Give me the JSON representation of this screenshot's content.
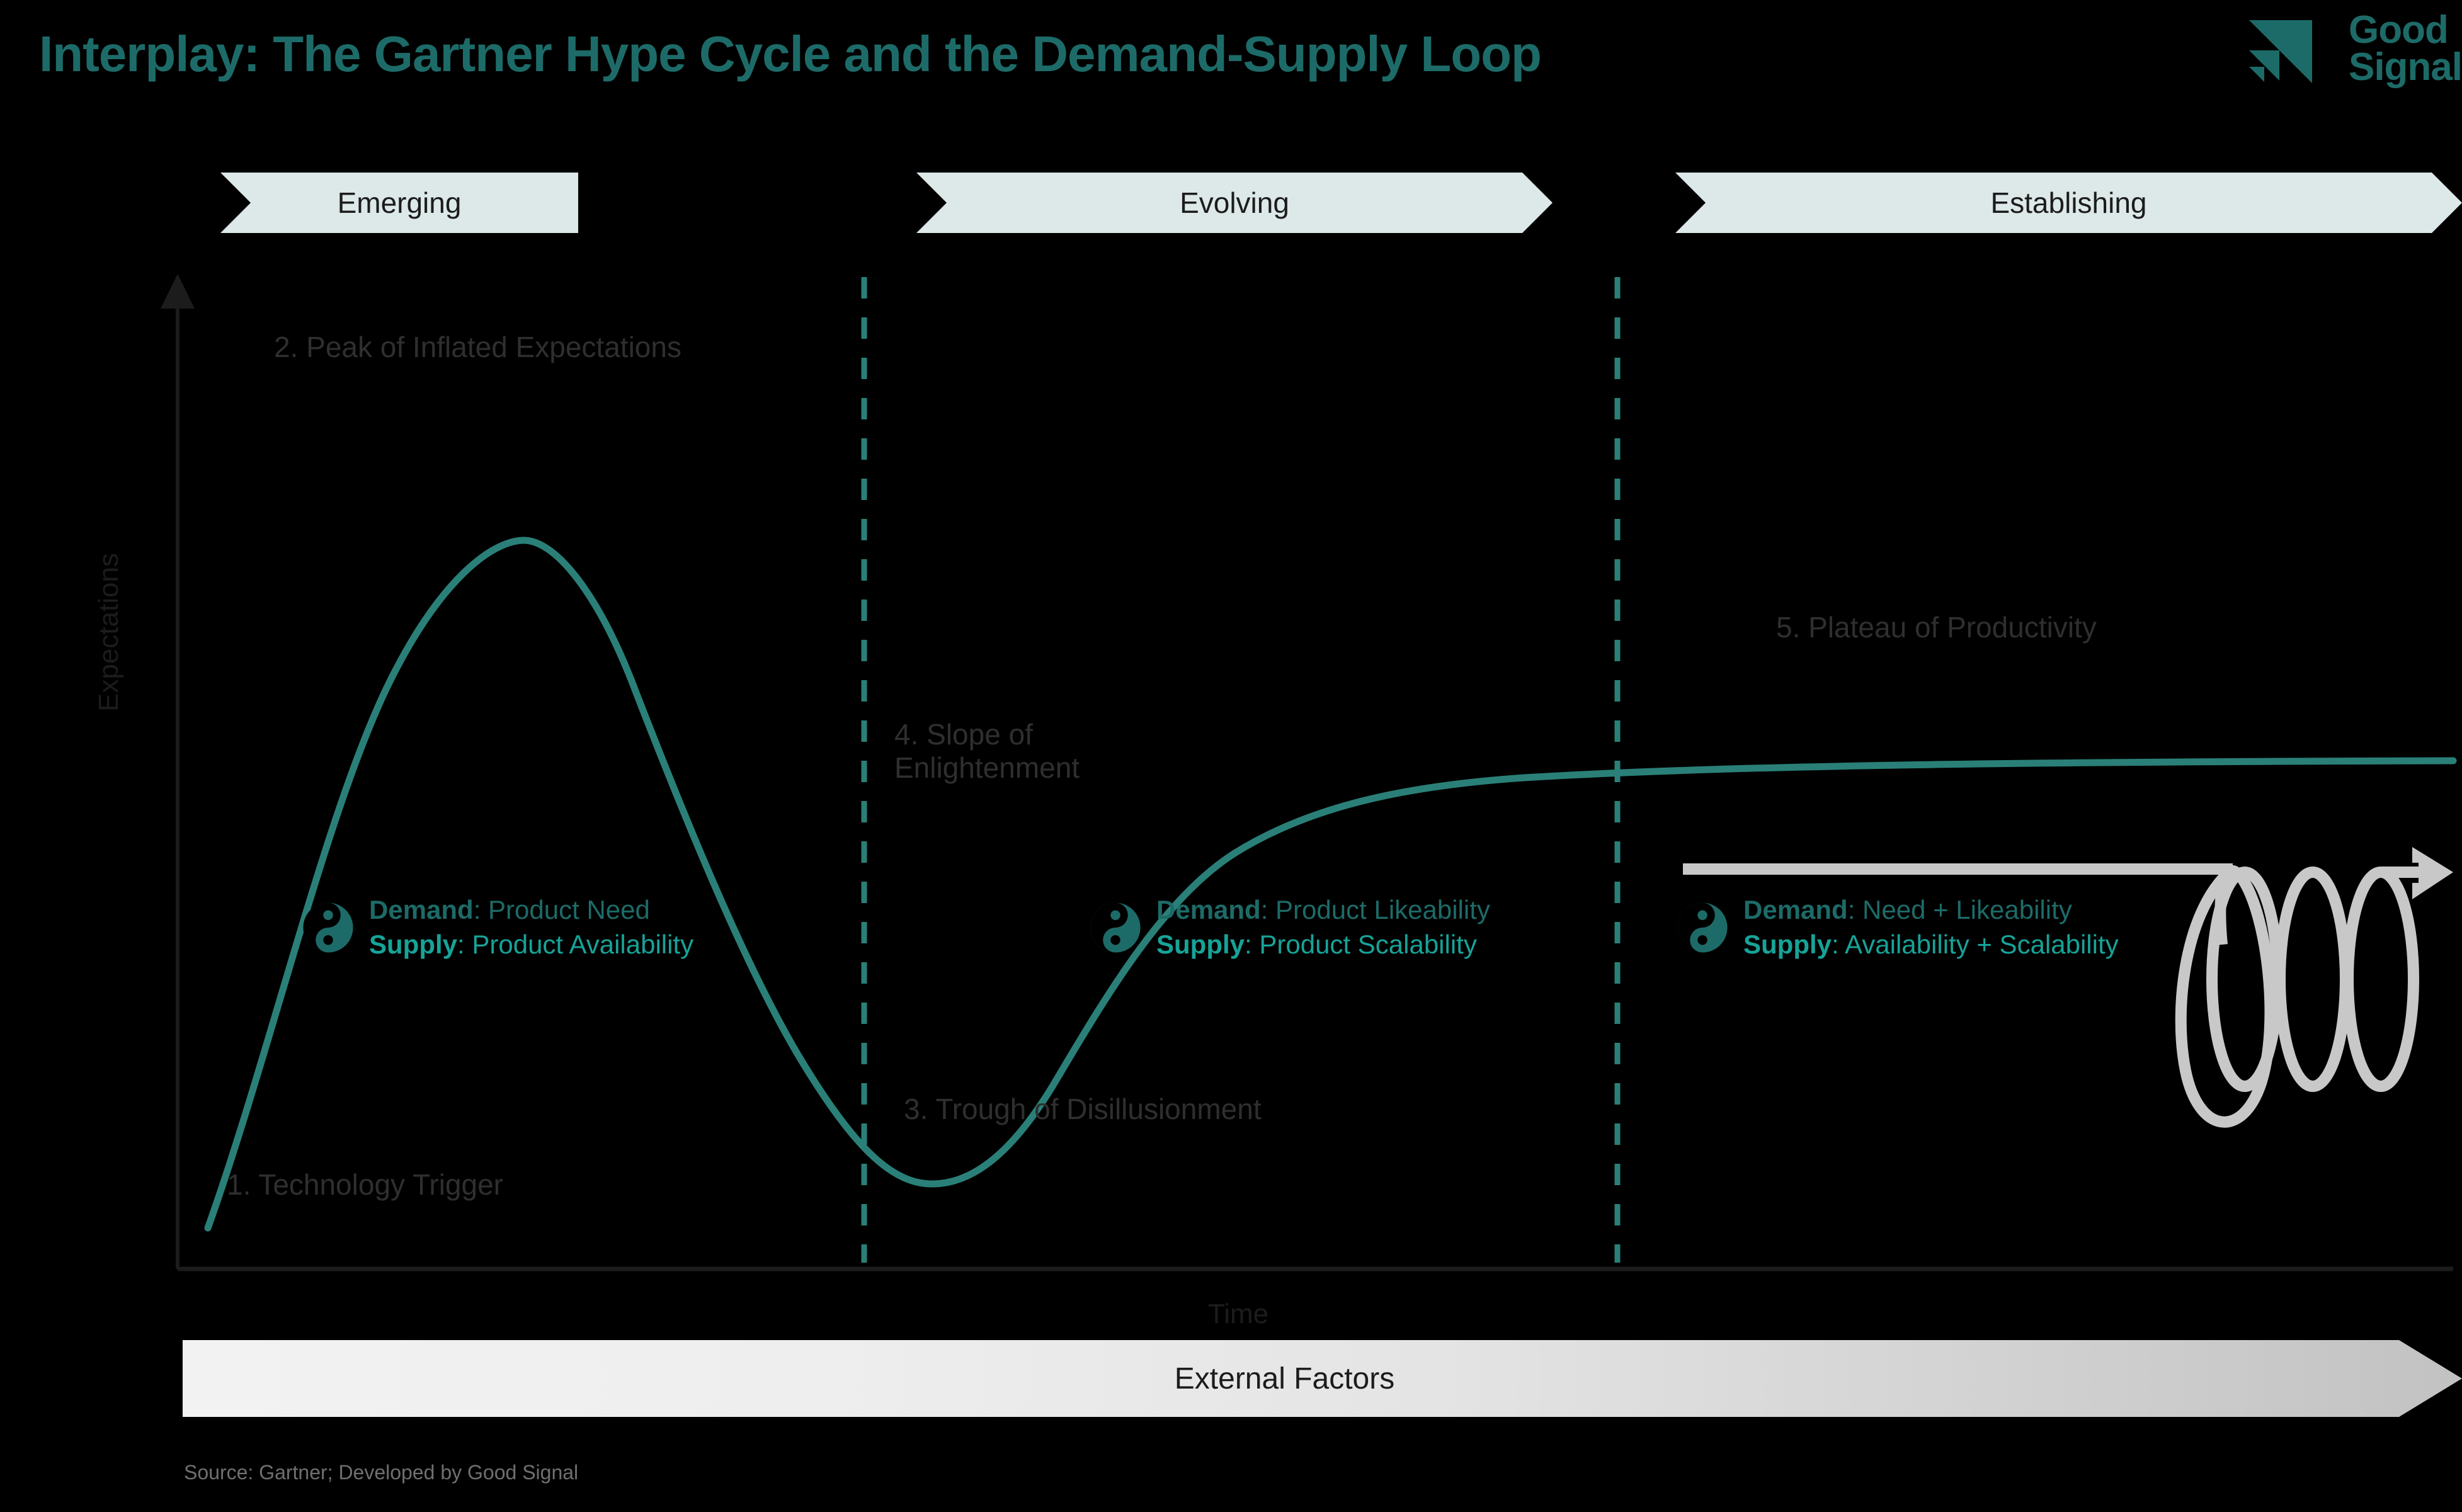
{
  "header": {
    "title": "Interplay: The Gartner Hype Cycle and the Demand-Supply Loop",
    "logo": {
      "line1": "Good",
      "line2": "Signal",
      "icon": "triangle-stack-icon"
    }
  },
  "phases": [
    {
      "id": "emerging",
      "label": "Emerging"
    },
    {
      "id": "evolving",
      "label": "Evolving"
    },
    {
      "id": "establishing",
      "label": "Establishing"
    }
  ],
  "axes": {
    "y_title": "Expectations",
    "x_title": "Time"
  },
  "stage_labels": {
    "trigger": "1. Technology Trigger",
    "peak": "2. Peak of Inflated Expectations",
    "trough": "3. Trough of Disillusionment",
    "slope": "4. Slope of\nEnlightenment",
    "plateau": "5. Plateau of Productivity"
  },
  "loops": [
    {
      "id": "emerging",
      "icon": "yin-yang-icon",
      "demand_key": "Demand",
      "demand_value": ": Product Need",
      "supply_key": "Supply",
      "supply_value": ": Product Availability"
    },
    {
      "id": "evolving",
      "icon": "yin-yang-icon",
      "demand_key": "Demand",
      "demand_value": ": Product Likeability",
      "supply_key": "Supply",
      "supply_value": ": Product Scalability"
    },
    {
      "id": "establishing",
      "icon": "yin-yang-icon",
      "demand_key": "Demand",
      "demand_value": ": Need + Likeability",
      "supply_key": "Supply",
      "supply_value": ": Availability + Scalability"
    }
  ],
  "external_factors": {
    "label": "External Factors"
  },
  "source": {
    "text": "Source: Gartner; Developed by Good Signal"
  },
  "colors": {
    "background": "#000000",
    "brand_teal": "#1d6b68",
    "curve_teal": "#2a8078",
    "supply_teal": "#17a398",
    "banner_fill": "#dde8e8",
    "stage_label": "#2f2f2f",
    "axis": "#1c1c1c",
    "spiral": "#c8c8c8"
  },
  "chart_data": {
    "type": "line",
    "title": "Interplay: The Gartner Hype Cycle and the Demand-Supply Loop",
    "xlabel": "Time",
    "ylabel": "Expectations",
    "grid": false,
    "legend": "none",
    "xlim": [
      0,
      100
    ],
    "ylim": [
      0,
      100
    ],
    "annotations": [
      "1. Technology Trigger",
      "2. Peak of Inflated Expectations",
      "3. Trough of Disillusionment",
      "4. Slope of Enlightenment",
      "5. Plateau of Productivity"
    ],
    "phase_dividers_x": [
      32,
      64
    ],
    "series": [
      {
        "name": "Hype Cycle",
        "x": [
          1,
          3,
          6,
          9,
          12,
          15,
          18,
          21,
          24,
          27,
          30,
          33,
          36,
          39,
          42,
          45,
          48,
          51,
          54,
          57,
          60,
          65,
          70,
          75,
          80,
          85,
          90,
          95,
          100
        ],
        "y": [
          2,
          12,
          30,
          52,
          72,
          86,
          94,
          96,
          92,
          82,
          68,
          52,
          38,
          27,
          20,
          16,
          15,
          18,
          26,
          36,
          45,
          54,
          59,
          61,
          62,
          62,
          62,
          62,
          62
        ]
      }
    ]
  }
}
